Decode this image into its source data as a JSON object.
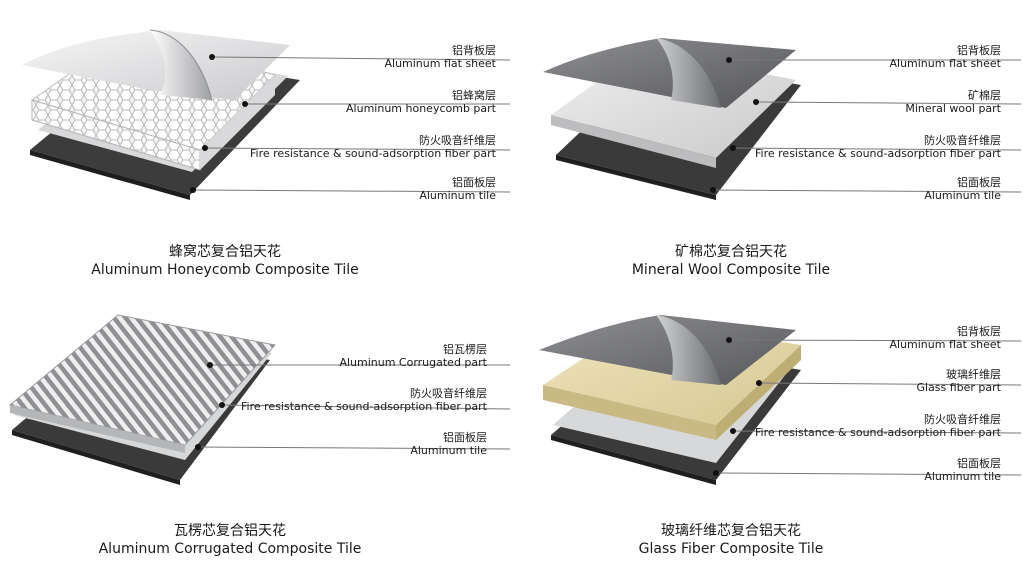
{
  "panels": [
    {
      "id": "honeycomb",
      "caption_zh": "蜂窝芯复合铝天花",
      "caption_en": "Aluminum Honeycomb Composite Tile",
      "layers": [
        {
          "zh": "铝背板层",
          "en": "Aluminum flat sheet"
        },
        {
          "zh": "铝蜂窝层",
          "en": "Aluminum honeycomb part"
        },
        {
          "zh": "防火吸音纤维层",
          "en": "Fire resistance & sound-adsorption fiber part"
        },
        {
          "zh": "铝面板层",
          "en": "Aluminum tile"
        }
      ]
    },
    {
      "id": "mineral-wool",
      "caption_zh": "矿棉芯复合铝天花",
      "caption_en": "Mineral Wool Composite Tile",
      "layers": [
        {
          "zh": "铝背板层",
          "en": "Aluminum flat sheet"
        },
        {
          "zh": "矿棉层",
          "en": "Mineral wool part"
        },
        {
          "zh": "防火吸音纤维层",
          "en": "Fire resistance & sound-adsorption fiber part"
        },
        {
          "zh": "铝面板层",
          "en": "Aluminum tile"
        }
      ]
    },
    {
      "id": "corrugated",
      "caption_zh": "瓦楞芯复合铝天花",
      "caption_en": "Aluminum Corrugated Composite Tile",
      "layers": [
        {
          "zh": "铝瓦楞层",
          "en": "Aluminum Corrugated part"
        },
        {
          "zh": "防火吸音纤维层",
          "en": "Fire resistance & sound-adsorption fiber part"
        },
        {
          "zh": "铝面板层",
          "en": "Aluminum tile"
        }
      ]
    },
    {
      "id": "glass-fiber",
      "caption_zh": "玻璃纤维芯复合铝天花",
      "caption_en": "Glass Fiber Composite Tile",
      "layers": [
        {
          "zh": "铝背板层",
          "en": "Aluminum flat sheet"
        },
        {
          "zh": "玻璃纤维层",
          "en": "Glass fiber part"
        },
        {
          "zh": "防火吸音纤维层",
          "en": "Fire resistance & sound-adsorption fiber part"
        },
        {
          "zh": "铝面板层",
          "en": "Aluminum tile"
        }
      ]
    }
  ],
  "colors": {
    "sheet_light": "#e6e7e9",
    "sheet_dark": "#3a3a3a",
    "honeycomb": "#f2f2f2",
    "mineral_wool": "#dcdcdc",
    "glass_fiber": "#e8dcb0",
    "callout_line": "#777777"
  }
}
